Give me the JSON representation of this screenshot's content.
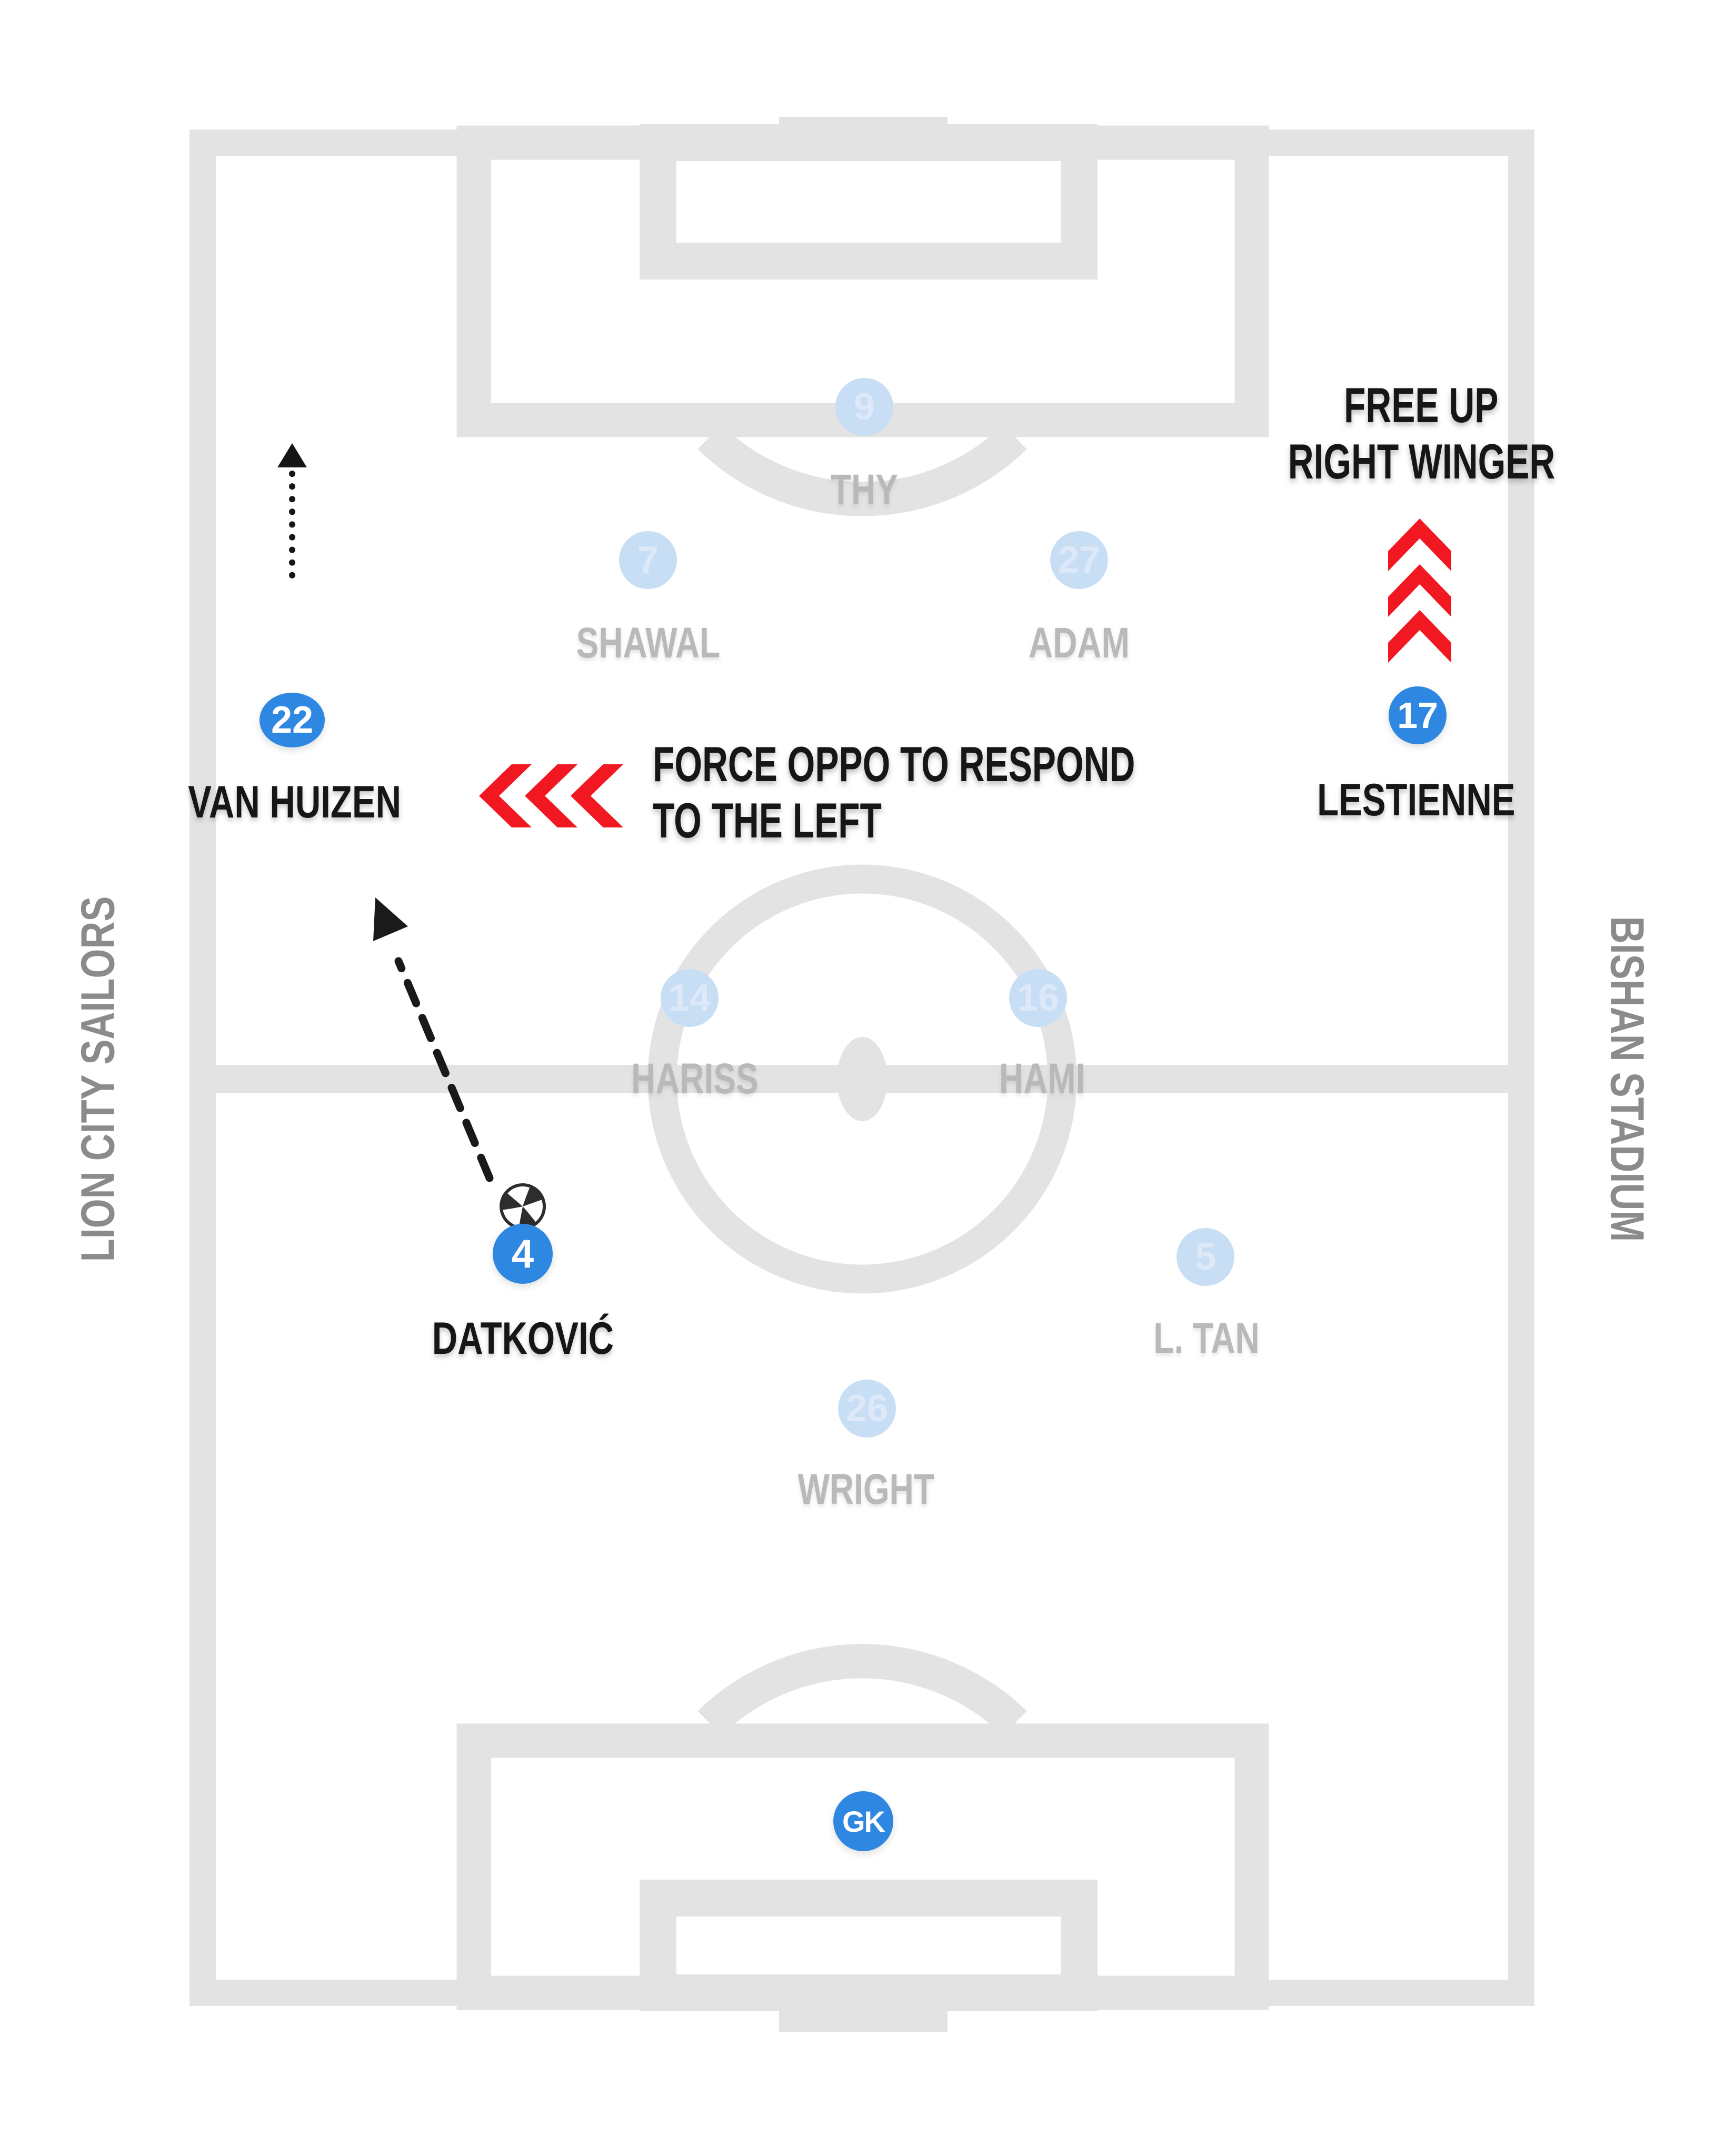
{
  "sidelines": {
    "left": "LION CITY SAILORS",
    "right": "BISHAN STADIUM"
  },
  "annotations": {
    "free_up_line1": "FREE UP",
    "free_up_line2": "RIGHT WINGER",
    "force_line1": "FORCE OPPO TO RESPOND",
    "force_line2": "TO THE LEFT"
  },
  "opponents": [
    {
      "number": "9",
      "name": "THY"
    },
    {
      "number": "7",
      "name": "SHAWAL"
    },
    {
      "number": "27",
      "name": "ADAM"
    },
    {
      "number": "14",
      "name": "HARISS"
    },
    {
      "number": "16",
      "name": "HAMI"
    },
    {
      "number": "5",
      "name": "L. TAN"
    },
    {
      "number": "26",
      "name": "WRIGHT"
    }
  ],
  "team": [
    {
      "number": "22",
      "name": "VAN HUIZEN"
    },
    {
      "number": "17",
      "name": "LESTIENNE"
    },
    {
      "number": "4",
      "name": "DATKOVIĆ"
    },
    {
      "number": "GK",
      "name": ""
    }
  ],
  "colors": {
    "team_blue": "#2e87e0",
    "arrow_red": "#f11821",
    "pitch_line_gray": "#e3e3e3",
    "opponent_circle": "#c8def5",
    "opponent_label_gray": "#b9b9b9",
    "sideline_gray": "#8b8b8b",
    "ink_black": "#161616"
  }
}
